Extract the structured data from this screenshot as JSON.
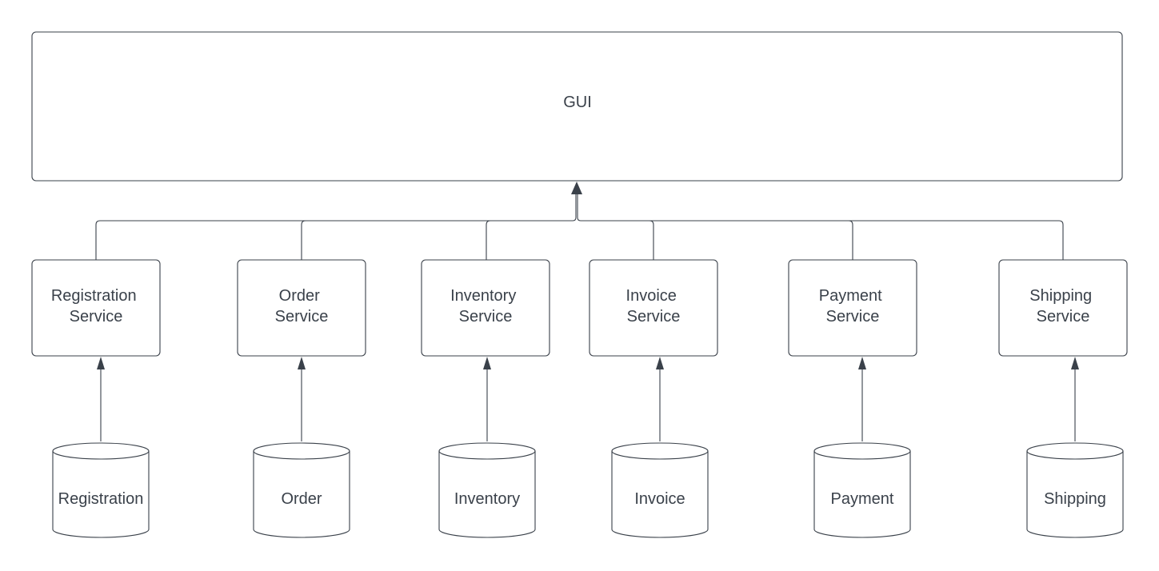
{
  "gui": {
    "label": "GUI"
  },
  "services": [
    {
      "line1": "Registration",
      "line2": "Service"
    },
    {
      "line1": "Order",
      "line2": "Service"
    },
    {
      "line1": "Inventory",
      "line2": "Service"
    },
    {
      "line1": "Invoice",
      "line2": "Service"
    },
    {
      "line1": "Payment",
      "line2": "Service"
    },
    {
      "line1": "Shipping",
      "line2": "Service"
    }
  ],
  "databases": [
    {
      "label": "Registration"
    },
    {
      "label": "Order"
    },
    {
      "label": "Inventory"
    },
    {
      "label": "Invoice"
    },
    {
      "label": "Payment"
    },
    {
      "label": "Shipping"
    }
  ],
  "colors": {
    "stroke": "#3a414a",
    "text": "#3a414a",
    "background": "#ffffff"
  }
}
